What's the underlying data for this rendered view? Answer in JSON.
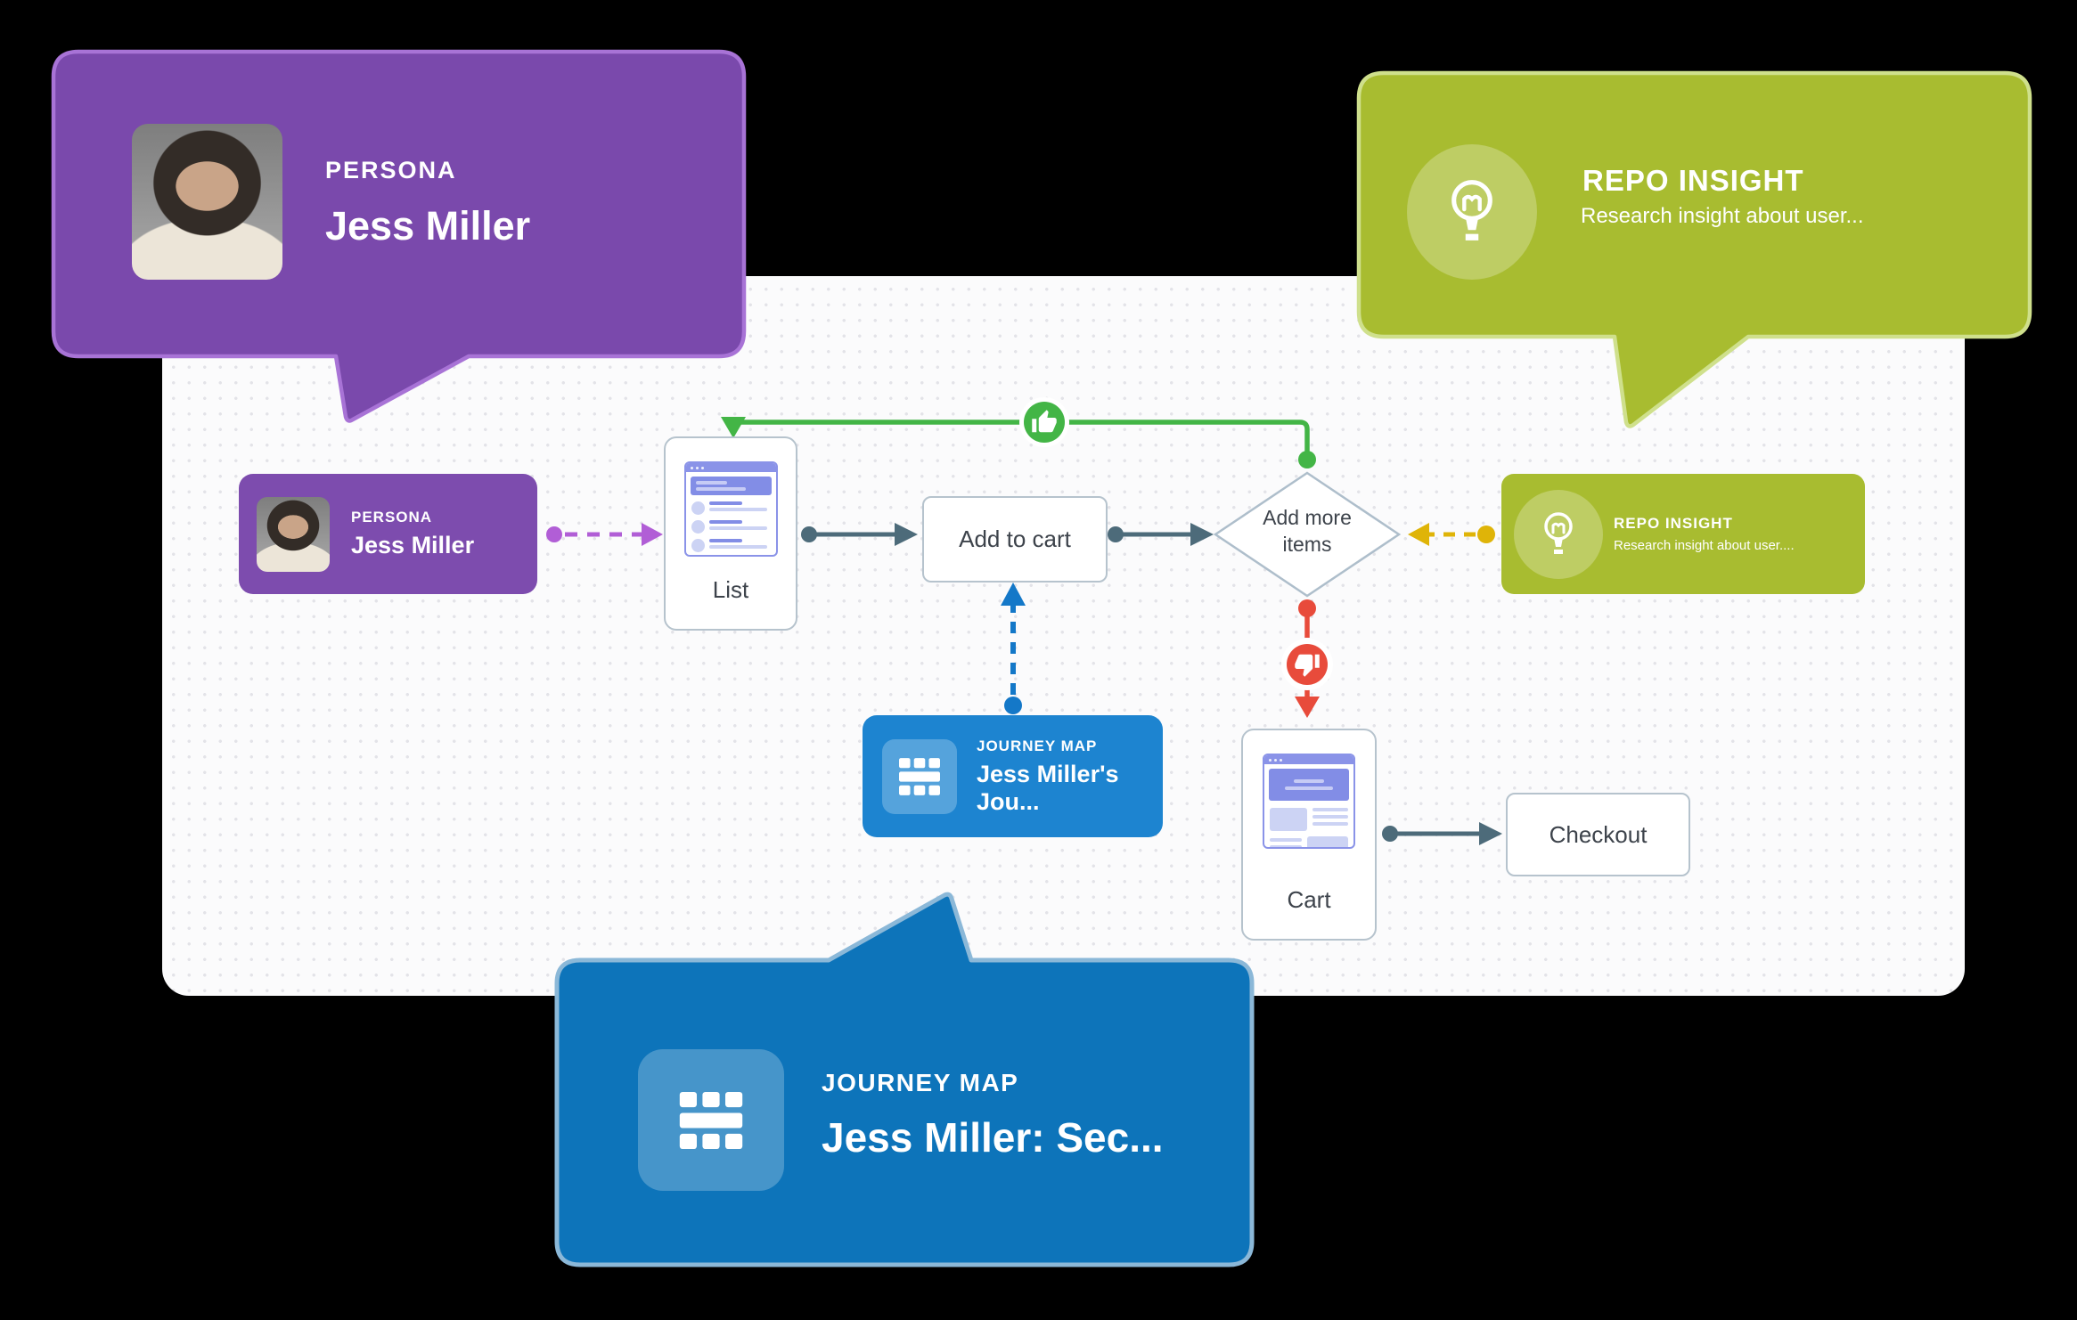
{
  "callouts": {
    "persona": {
      "label": "PERSONA",
      "name": "Jess Miller"
    },
    "repo_insight": {
      "label": "REPO INSIGHT",
      "description": "Research insight about user..."
    },
    "journey_map": {
      "label": "JOURNEY MAP",
      "name": "Jess Miller: Sec..."
    }
  },
  "flowchart": {
    "persona_card": {
      "label": "PERSONA",
      "name": "Jess Miller"
    },
    "repo_insight_card": {
      "label": "REPO INSIGHT",
      "description": "Research insight about user...."
    },
    "journey_map_card": {
      "label": "JOURNEY MAP",
      "name": "Jess Miller's Jou..."
    },
    "nodes": {
      "list": "List",
      "add_to_cart": "Add to cart",
      "add_more_items": "Add more items",
      "cart": "Cart",
      "checkout": "Checkout"
    }
  },
  "icons": {
    "persona_avatar": "avatar-photo",
    "repo_insight": "lightbulb-icon",
    "journey_map": "grid-icon",
    "positive_path": "thumbs-up-icon",
    "negative_path": "thumbs-down-icon"
  },
  "colors": {
    "persona_purple": "#7d4cae",
    "purple_border": "#a873d6",
    "repo_green": "#a8bc30",
    "green_border": "#cfe08c",
    "journey_blue": "#0d74ba",
    "journey_card_blue": "#1d84d0",
    "blue_border": "#8bb8d8",
    "arrow_slate": "#4d6b7a",
    "arrow_green": "#43b546",
    "arrow_red": "#e84b3b",
    "arrow_yellow": "#dfb408",
    "arrow_dashed_purple": "#b15ed6",
    "arrow_dashed_blue": "#1478c8",
    "node_border": "#b6c3cd"
  }
}
